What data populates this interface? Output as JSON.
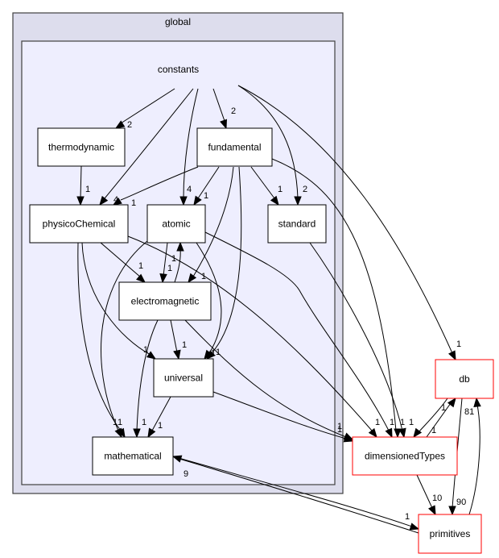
{
  "graph": {
    "clusters": [
      {
        "id": "global",
        "label": "global"
      },
      {
        "id": "constants",
        "label": "constants"
      }
    ],
    "nodes": [
      {
        "id": "thermodynamic",
        "label": "thermodynamic",
        "external": false
      },
      {
        "id": "fundamental",
        "label": "fundamental",
        "external": false
      },
      {
        "id": "physicoChemical",
        "label": "physicoChemical",
        "external": false
      },
      {
        "id": "atomic",
        "label": "atomic",
        "external": false
      },
      {
        "id": "standard",
        "label": "standard",
        "external": false
      },
      {
        "id": "electromagnetic",
        "label": "electromagnetic",
        "external": false
      },
      {
        "id": "universal",
        "label": "universal",
        "external": false
      },
      {
        "id": "mathematical",
        "label": "mathematical",
        "external": false
      },
      {
        "id": "db",
        "label": "db",
        "external": true
      },
      {
        "id": "dimensionedTypes",
        "label": "dimensionedTypes",
        "external": true
      },
      {
        "id": "primitives",
        "label": "primitives",
        "external": true
      }
    ],
    "edges": [
      {
        "from": "constants",
        "to": "thermodynamic",
        "label": "2"
      },
      {
        "from": "constants",
        "to": "fundamental",
        "label": "2"
      },
      {
        "from": "constants",
        "to": "physicoChemical",
        "label": "4"
      },
      {
        "from": "constants",
        "to": "atomic",
        "label": "4"
      },
      {
        "from": "constants",
        "to": "standard",
        "label": "2"
      },
      {
        "from": "constants",
        "to": "db",
        "label": "1"
      },
      {
        "from": "thermodynamic",
        "to": "physicoChemical",
        "label": "1"
      },
      {
        "from": "fundamental",
        "to": "physicoChemical",
        "label": "1"
      },
      {
        "from": "fundamental",
        "to": "atomic",
        "label": "1"
      },
      {
        "from": "fundamental",
        "to": "standard",
        "label": "1"
      },
      {
        "from": "fundamental",
        "to": "electromagnetic",
        "label": "1"
      },
      {
        "from": "fundamental",
        "to": "universal",
        "label": "1"
      },
      {
        "from": "fundamental",
        "to": "dimensionedTypes",
        "label": "1"
      },
      {
        "from": "physicoChemical",
        "to": "electromagnetic",
        "label": "1"
      },
      {
        "from": "physicoChemical",
        "to": "universal",
        "label": "1"
      },
      {
        "from": "physicoChemical",
        "to": "mathematical",
        "label": "1"
      },
      {
        "from": "physicoChemical",
        "to": "dimensionedTypes",
        "label": "1"
      },
      {
        "from": "atomic",
        "to": "electromagnetic",
        "label": "1"
      },
      {
        "from": "electromagnetic",
        "to": "atomic",
        "label": "1"
      },
      {
        "from": "atomic",
        "to": "universal",
        "label": "1"
      },
      {
        "from": "atomic",
        "to": "mathematical",
        "label": "1"
      },
      {
        "from": "atomic",
        "to": "dimensionedTypes",
        "label": "1"
      },
      {
        "from": "standard",
        "to": "dimensionedTypes",
        "label": "1"
      },
      {
        "from": "electromagnetic",
        "to": "universal",
        "label": "1"
      },
      {
        "from": "electromagnetic",
        "to": "mathematical",
        "label": "1"
      },
      {
        "from": "electromagnetic",
        "to": "dimensionedTypes",
        "label": "1"
      },
      {
        "from": "universal",
        "to": "mathematical",
        "label": "1"
      },
      {
        "from": "universal",
        "to": "dimensionedTypes",
        "label": "1"
      },
      {
        "from": "dimensionedTypes",
        "to": "db",
        "label": "1"
      },
      {
        "from": "db",
        "to": "dimensionedTypes",
        "label": "1"
      },
      {
        "from": "dimensionedTypes",
        "to": "primitives",
        "label": "10"
      },
      {
        "from": "db",
        "to": "primitives",
        "label": "90"
      },
      {
        "from": "primitives",
        "to": "db",
        "label": "81"
      },
      {
        "from": "mathematical",
        "to": "primitives",
        "label": "1"
      },
      {
        "from": "primitives",
        "to": "mathematical",
        "label": "9"
      }
    ]
  }
}
